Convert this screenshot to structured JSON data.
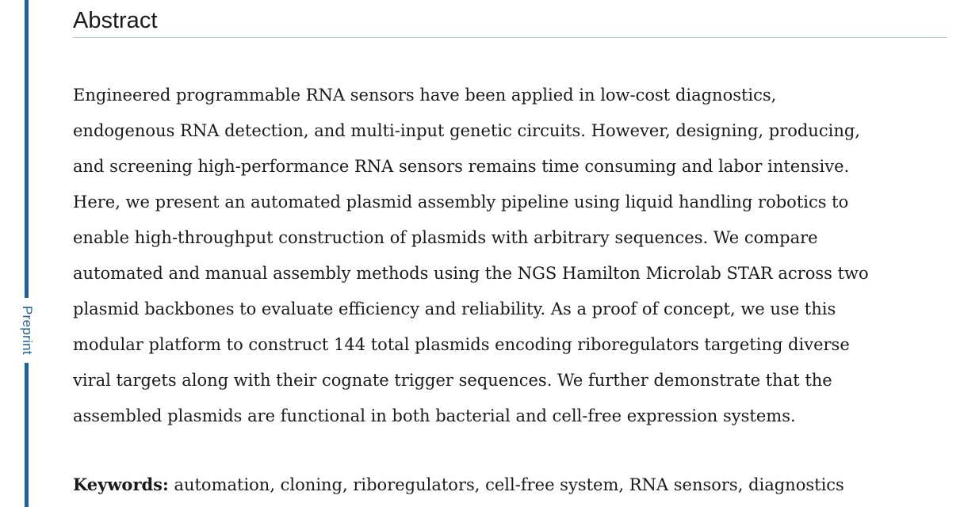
{
  "sidebar": {
    "label": "Preprint",
    "color": "#1f5f9f"
  },
  "abstract": {
    "heading": "Abstract",
    "lines": [
      "Engineered programmable RNA sensors have been applied in low-cost diagnostics,",
      "endogenous RNA detection, and multi-input genetic circuits. However, designing, producing,",
      "and screening high-performance RNA sensors remains time consuming and labor intensive.",
      "Here, we present an automated plasmid assembly pipeline using liquid handling robotics to",
      "enable high-throughput construction of plasmids with arbitrary sequences. We compare",
      "automated and manual assembly methods using the NGS Hamilton Microlab STAR across two",
      "plasmid backbones to evaluate efficiency and reliability. As a proof of concept, we use this",
      "modular platform to construct 144 total plasmids encoding riboregulators targeting diverse",
      "viral targets along with their cognate trigger sequences. We further demonstrate that the",
      "assembled plasmids are functional in both bacterial and cell-free expression systems."
    ]
  },
  "keywords": {
    "label": "Keywords:",
    "text": " automation, cloning, riboregulators, cell-free system, RNA sensors, diagnostics"
  }
}
